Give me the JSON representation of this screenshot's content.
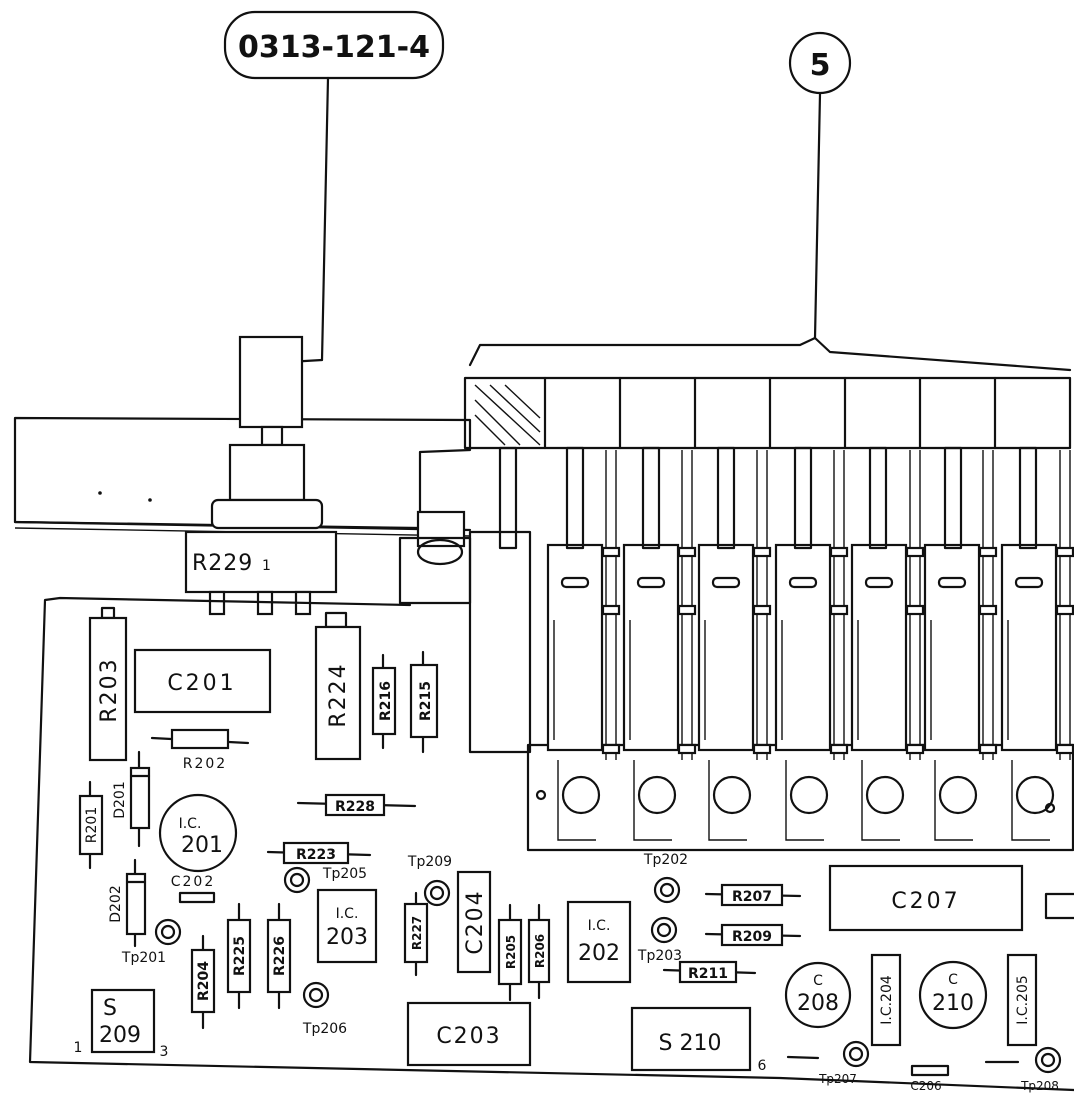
{
  "callouts": {
    "part_number": "0313-121-4",
    "item_number": "5"
  },
  "labels": {
    "r229": "R229",
    "r229_suffix": "1",
    "r203": "R203",
    "c201": "C201",
    "r224": "R224",
    "r216": "R216",
    "r215": "R215",
    "r202": "R202",
    "r201": "R201",
    "d201": "D201",
    "ic201": [
      "I.C.",
      "201"
    ],
    "r228": "R228",
    "r223": "R223",
    "tp205": "Tp205",
    "c202": "C202",
    "d202": "D202",
    "tp201": "Tp201",
    "tp209": "Tp209",
    "ic203": [
      "I.C.",
      "203"
    ],
    "r227": "R227",
    "c204": "C204",
    "r205": "R205",
    "r206": "R206",
    "r204": "R204",
    "r225": "R225",
    "r226": "R226",
    "tp206": "Tp206",
    "s209": [
      "S",
      "209"
    ],
    "s209_pin1": "1",
    "s209_pin3": "3",
    "c203": "C203",
    "tp202": "Tp202",
    "tp203": "Tp203",
    "ic202": [
      "I.C.",
      "202"
    ],
    "r207": "R207",
    "r209": "R209",
    "r211": "R211",
    "c207": "C207",
    "c208": [
      "C",
      "208"
    ],
    "ic204": "I.C.204",
    "c210": [
      "C",
      "210"
    ],
    "ic205": "I.C.205",
    "s210": "S 210",
    "s210_pin6": "6",
    "tp207": "Tp207",
    "c206": "C206",
    "tp208": "Tp208"
  }
}
